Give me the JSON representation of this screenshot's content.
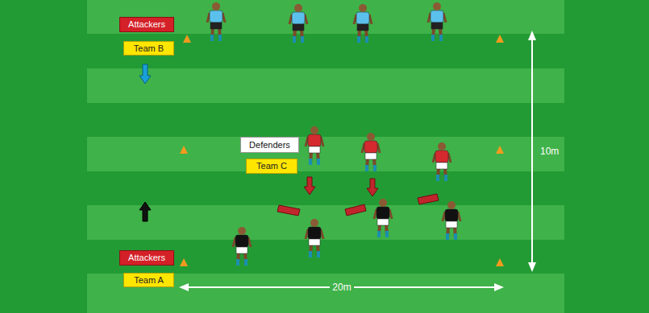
{
  "diagram": {
    "nodes": [
      {
        "text": [
          "Attackers"
        ]
      },
      {
        "text": [
          "Team B"
        ]
      },
      {
        "text": [
          "Defenders"
        ]
      },
      {
        "text": [
          "Team C"
        ]
      },
      {
        "text": [
          "Attackers"
        ]
      },
      {
        "text": [
          "Team A"
        ]
      }
    ],
    "labels": [
      "10m",
      "20m"
    ]
  }
}
